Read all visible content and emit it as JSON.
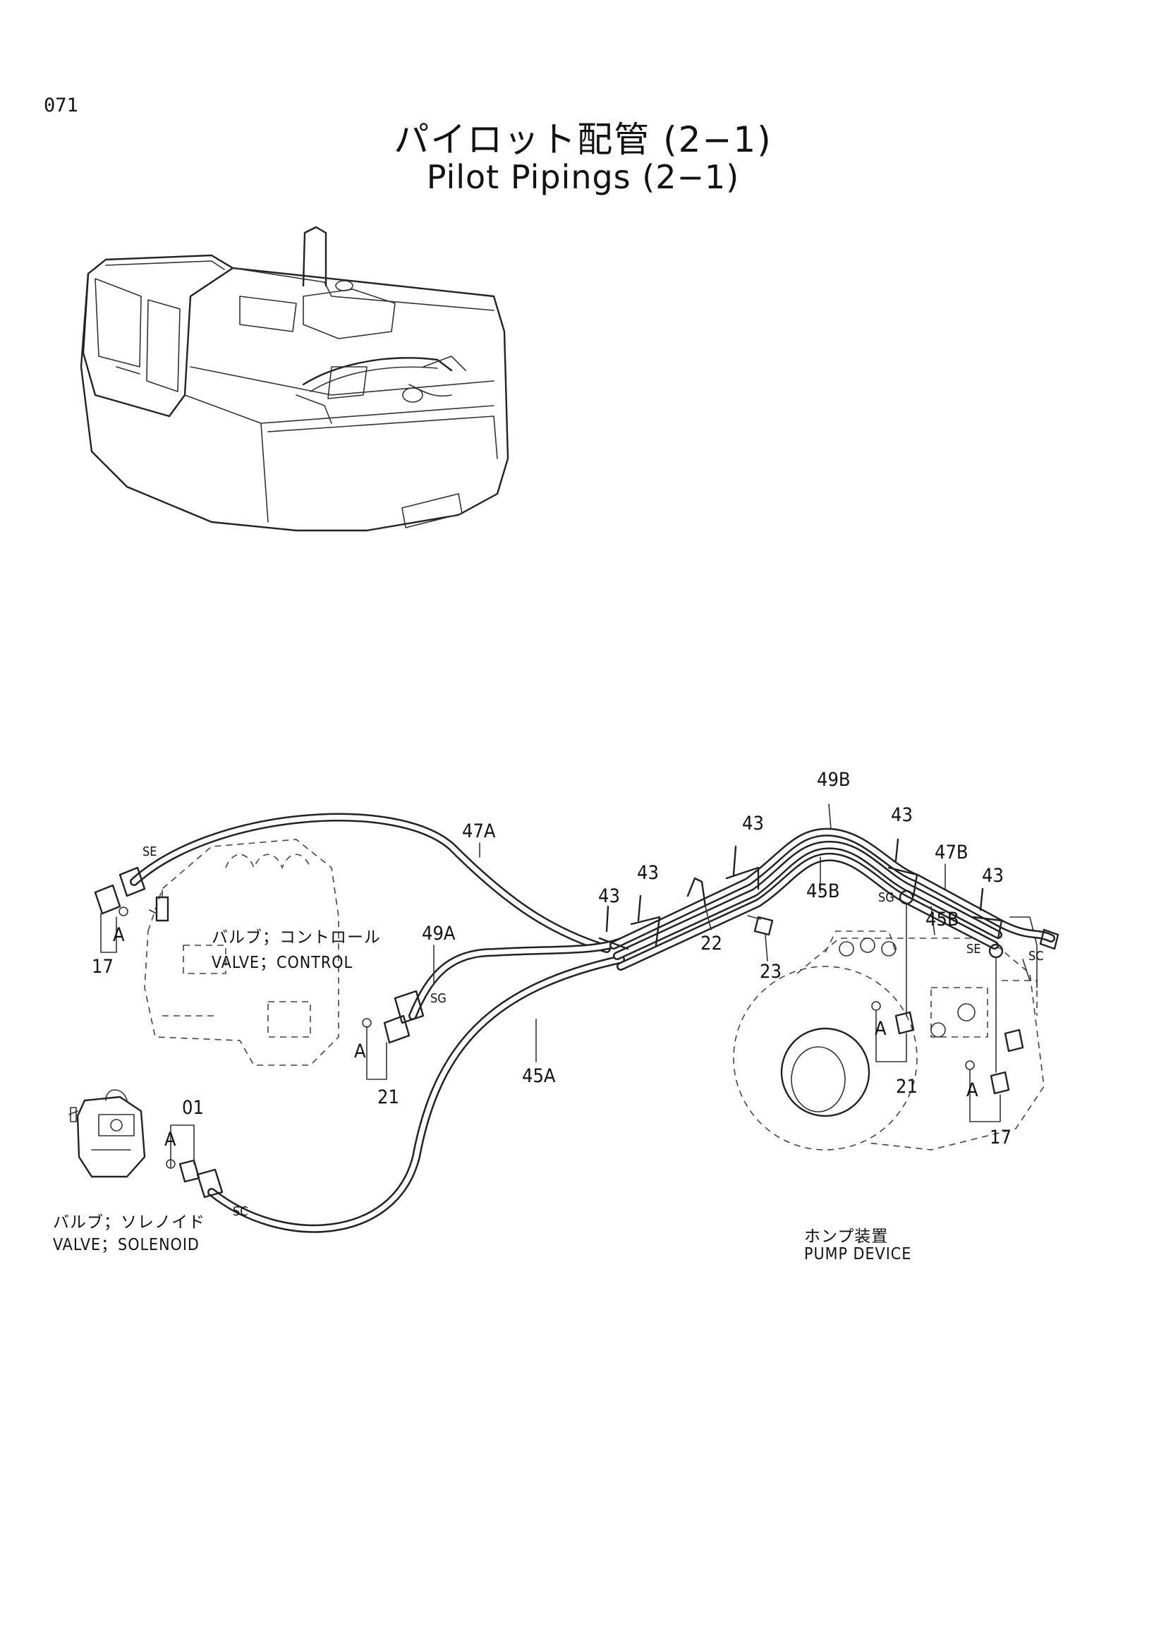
{
  "header": {
    "page_number": "071",
    "title_jp": "パイロット配管 (2−1)",
    "title_en": "Pilot Pipings (2−1)"
  },
  "components": {
    "valve_control_jp": "バルブ；コントロール",
    "valve_control_en": "VALVE；CONTROL",
    "valve_solenoid_jp": "バルブ；ソレノイド",
    "valve_solenoid_en": "VALVE；SOLENOID",
    "pump_device_jp": "ホンプ装置",
    "pump_device_en": "PUMP DEVICE"
  },
  "part_numbers": {
    "p47a": "47A",
    "p49a": "49A",
    "p45a": "45A",
    "p43_a": "43",
    "p43_b": "43",
    "p43_c": "43",
    "p43_d": "43",
    "p43_e": "43",
    "p49b": "49B",
    "p45b_a": "45B",
    "p45b_b": "45B",
    "p47b": "47B",
    "p22": "22",
    "p23": "23",
    "p21_a": "21",
    "p21_b": "21",
    "p17_a": "17",
    "p17_b": "17",
    "p01": "01"
  },
  "port_codes": {
    "se_a": "SE",
    "se_b": "SE",
    "sg_a": "SG",
    "sg_b": "SG",
    "sc_a": "SC",
    "sc_b": "SC"
  },
  "detail_refs": {
    "a1": "A",
    "a2": "A",
    "a3": "A",
    "a4": "A",
    "a5": "A"
  }
}
